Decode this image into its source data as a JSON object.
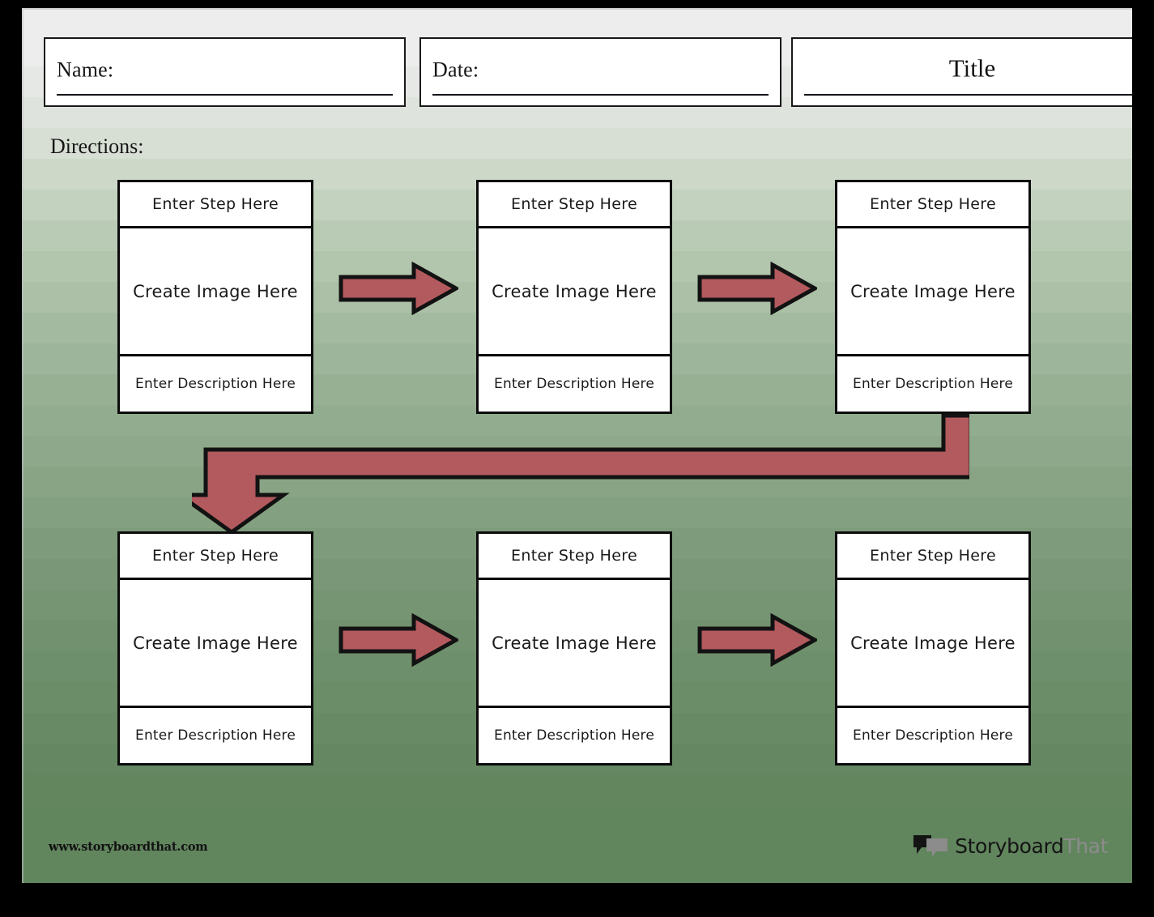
{
  "document": {
    "type": "worksheet",
    "kind": "flow-chart-template"
  },
  "header": {
    "name_label": "Name:",
    "date_label": "Date:",
    "title": "Title"
  },
  "directions": {
    "label": "Directions:"
  },
  "cards": [
    {
      "id": 1,
      "step": "Enter Step Here",
      "image": "Create Image Here",
      "description": "Enter Description Here"
    },
    {
      "id": 2,
      "step": "Enter Step Here",
      "image": "Create Image Here",
      "description": "Enter Description Here"
    },
    {
      "id": 3,
      "step": "Enter Step Here",
      "image": "Create Image Here",
      "description": "Enter Description Here"
    },
    {
      "id": 4,
      "step": "Enter Step Here",
      "image": "Create Image Here",
      "description": "Enter Description Here"
    },
    {
      "id": 5,
      "step": "Enter Step Here",
      "image": "Create Image Here",
      "description": "Enter Description Here"
    },
    {
      "id": 6,
      "step": "Enter Step Here",
      "image": "Create Image Here",
      "description": "Enter Description Here"
    }
  ],
  "arrows": [
    {
      "name": "arrow-row1-step1-to-step2",
      "direction": "right"
    },
    {
      "name": "arrow-row1-step2-to-step3",
      "direction": "right"
    },
    {
      "name": "arrow-wrap-step3-to-step4",
      "direction": "down-left-elbow"
    },
    {
      "name": "arrow-row2-step4-to-step5",
      "direction": "right"
    },
    {
      "name": "arrow-row2-step5-to-step6",
      "direction": "right"
    }
  ],
  "footer": {
    "url": "www.storyboardthat.com",
    "logo_word_1": "Storyboard",
    "logo_word_2": "That",
    "logo_icon": "speech-bubbles-icon"
  },
  "colors": {
    "arrow_fill": "#b35a5e",
    "arrow_stroke": "#121212",
    "card_border": "#0c0c0c",
    "card_fill": "#ffffff",
    "background_top": "#ededed",
    "background_bottom": "#61855d",
    "frame": "#000000",
    "logo_accent": "#8c8c8c"
  }
}
